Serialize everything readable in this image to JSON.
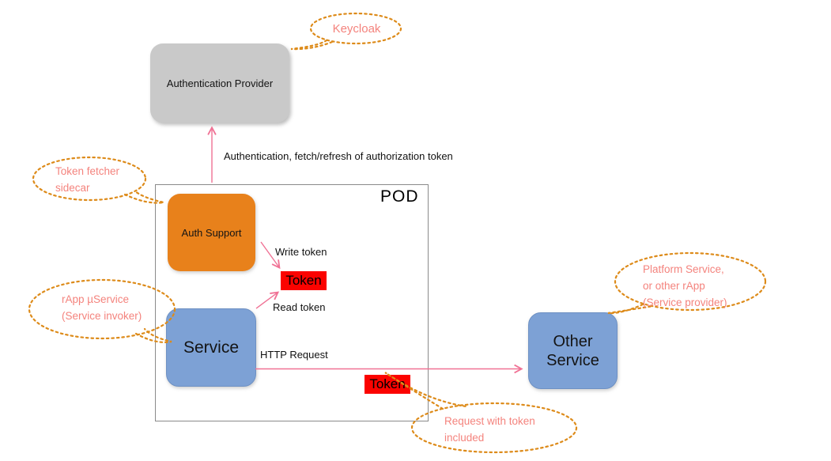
{
  "nodes": {
    "auth_provider": {
      "label": "Authentication Provider"
    },
    "auth_support": {
      "label": "Auth Support"
    },
    "service": {
      "label": "Service"
    },
    "other_service": {
      "label": "Other Service"
    },
    "pod": {
      "label": "POD"
    },
    "token_write": {
      "label": "Token"
    },
    "token_request": {
      "label": "Token"
    }
  },
  "edges": {
    "auth_flow": {
      "label": "Authentication, fetch/refresh of authorization token"
    },
    "write_token": {
      "label": "Write token"
    },
    "read_token": {
      "label": "Read token"
    },
    "http_request": {
      "label": "HTTP Request"
    }
  },
  "callouts": {
    "keycloak": {
      "lines": [
        "Keycloak"
      ]
    },
    "token_fetcher": {
      "lines": [
        "Token fetcher",
        "sidecar"
      ]
    },
    "rapp_service": {
      "lines": [
        "rApp µService",
        "(Service invoker)"
      ]
    },
    "platform_service": {
      "lines": [
        "Platform Service,",
        "or other rApp",
        "(Service provider)"
      ]
    },
    "request_with_token": {
      "lines": [
        "Request with token",
        "included"
      ]
    }
  },
  "colors": {
    "node_gray": "#c9c9c9",
    "node_orange": "#e8811b",
    "node_blue": "#7da1d5",
    "token_red": "#fb0300",
    "arrow_pink": "#f07295",
    "callout_border_orange": "#dd8b1a",
    "callout_text_salmon": "#f4837d",
    "pod_border_gray": "#8a8a8a"
  }
}
